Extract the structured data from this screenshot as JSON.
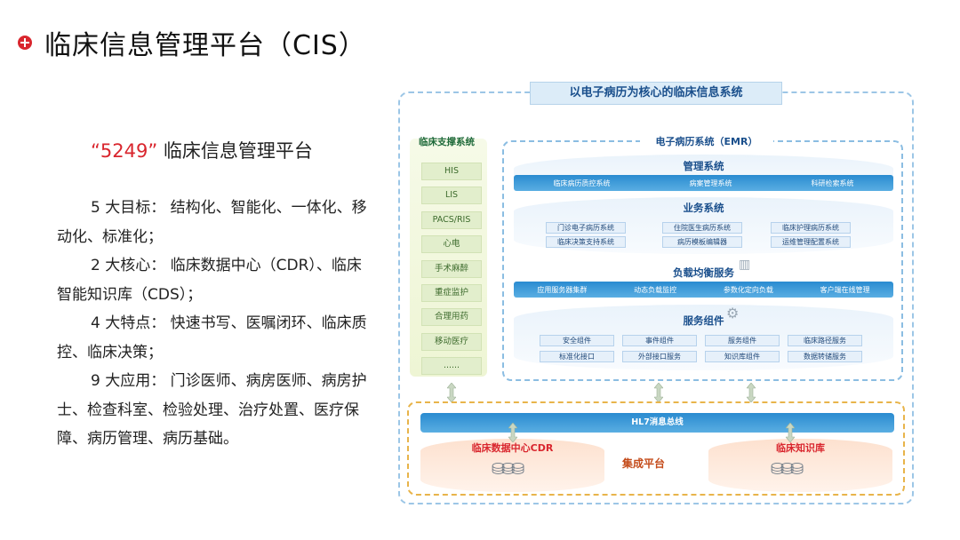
{
  "header": {
    "title": "临床信息管理平台（CIS）"
  },
  "left": {
    "subtitle_quote": "“5249”",
    "subtitle_rest": "临床信息管理平台",
    "paragraphs": [
      "5 大目标： 结构化、智能化、一体化、移动化、标准化；",
      "2 大核心： 临床数据中心（CDR）、临床智能知识库（CDS）；",
      "4 大特点： 快速书写、医嘱闭环、临床质控、临床决策；",
      "9 大应用： 门诊医师、病房医师、病房护士、检查科室、检验处理、治疗处置、医疗保障、病历管理、病历基础。"
    ]
  },
  "diagram": {
    "title": "以电子病历为核心的临床信息系统",
    "support": {
      "title": "临床支撑系统",
      "items": [
        "HIS",
        "LIS",
        "PACS/RIS",
        "心电",
        "手术麻醉",
        "重症监护",
        "合理用药",
        "移动医疗",
        "......"
      ]
    },
    "emr": {
      "title": "电子病历系统（EMR）",
      "management": {
        "title": "管理系统",
        "items": [
          "临床病历质控系统",
          "病案管理系统",
          "科研检索系统"
        ]
      },
      "business": {
        "title": "业务系统",
        "items": [
          "门诊电子病历系统",
          "住院医生病历系统",
          "临床护理病历系统",
          "临床决策支持系统",
          "病历模板编辑器",
          "运维管理配置系统"
        ]
      },
      "load_balance": {
        "title": "负载均衡服务",
        "items": [
          "应用服务器集群",
          "动态负载监控",
          "参数化定向负载",
          "客户端在线管理"
        ]
      },
      "components": {
        "title": "服务组件",
        "items": [
          "安全组件",
          "事件组件",
          "服务组件",
          "临床路径服务",
          "标准化接口",
          "外部接口服务",
          "知识库组件",
          "数据转储服务"
        ]
      }
    },
    "integration": {
      "bus": "HL7消息总线",
      "cdr": "临床数据中心CDR",
      "platform": "集成平台",
      "kb": "临床知识库"
    }
  }
}
